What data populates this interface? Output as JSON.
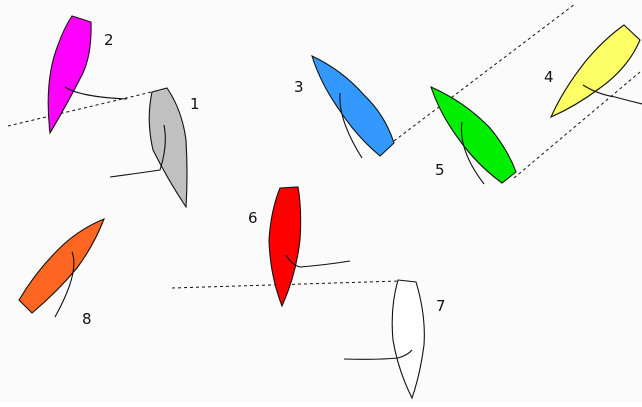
{
  "boats": [
    {
      "id": "boat-1",
      "label": "1",
      "color": "#c0c0c0"
    },
    {
      "id": "boat-2",
      "label": "2",
      "color": "#ff00ff"
    },
    {
      "id": "boat-3",
      "label": "3",
      "color": "#3399ff"
    },
    {
      "id": "boat-4",
      "label": "4",
      "color": "#ffff66"
    },
    {
      "id": "boat-5",
      "label": "5",
      "color": "#00ee00"
    },
    {
      "id": "boat-6",
      "label": "6",
      "color": "#ff0000"
    },
    {
      "id": "boat-7",
      "label": "7",
      "color": "#ffffff"
    },
    {
      "id": "boat-8",
      "label": "8",
      "color": "#ff6622"
    }
  ]
}
